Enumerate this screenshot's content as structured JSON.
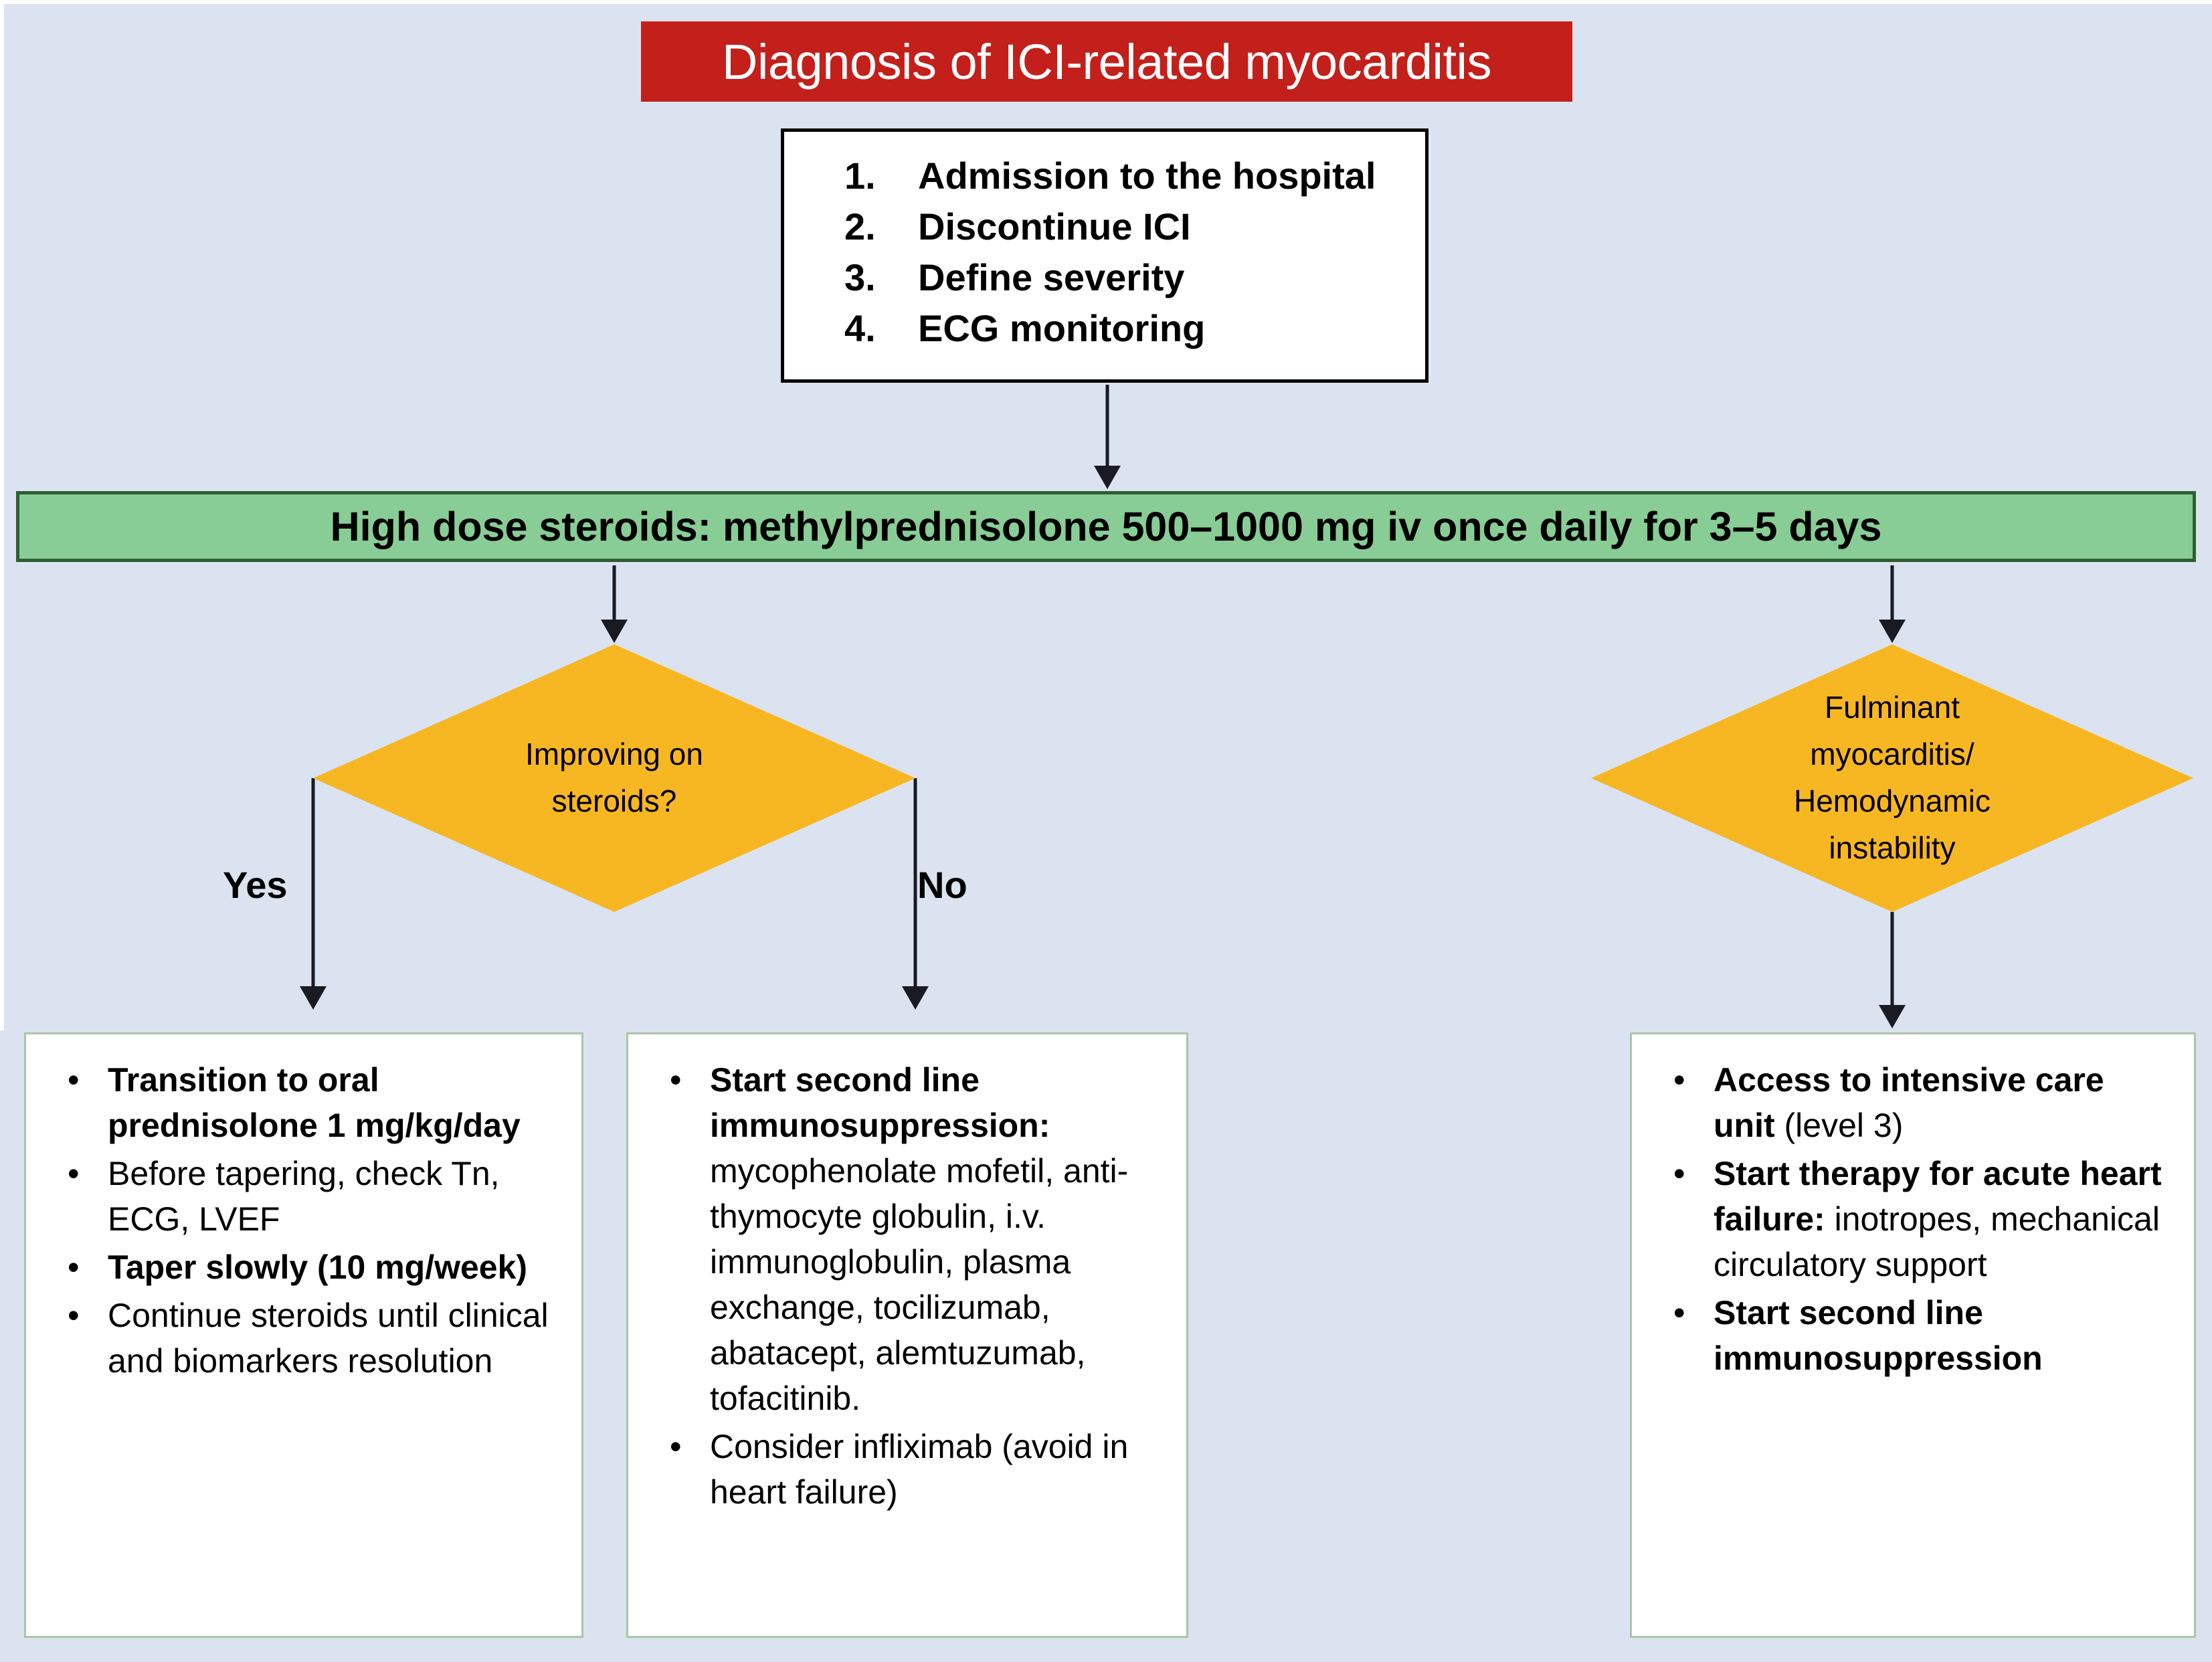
{
  "title_banner": {
    "text": "Diagnosis of ICI-related myocarditis",
    "bg_color": "#c3201c",
    "text_color": "#ffffff"
  },
  "steps_box": {
    "items": [
      {
        "num": "1.",
        "label": "Admission to the hospital"
      },
      {
        "num": "2.",
        "label": "Discontinue ICI"
      },
      {
        "num": "3.",
        "label": "Define severity"
      },
      {
        "num": "4.",
        "label": "ECG monitoring"
      }
    ]
  },
  "steroid_banner": {
    "text": "High dose steroids: methylprednisolone 500–1000 mg iv once daily for 3–5 days",
    "bg_color": "#88cc96",
    "border_color": "#2f5e34"
  },
  "decisions": {
    "left": {
      "text": "Improving on\nsteroids?",
      "fill_color": "#f7b722",
      "branch_yes": "Yes",
      "branch_no": "No"
    },
    "right": {
      "text": "Fulminant\nmyocarditis/\nHemodynamic\ninstability",
      "fill_color": "#f7b722"
    }
  },
  "outcome_boxes": {
    "left": {
      "border_color": "#a9c6a4",
      "bullets": [
        {
          "bold": "Transition to oral prednisolone 1 mg/kg/day",
          "rest": ""
        },
        {
          "bold": "",
          "rest": "Before tapering, check Tn, ECG, LVEF"
        },
        {
          "bold": "Taper slowly (10 mg/week)",
          "rest": ""
        },
        {
          "bold": "",
          "rest": "Continue steroids until clinical and biomarkers resolution"
        }
      ]
    },
    "middle": {
      "border_color": "#a9c6a4",
      "bullets": [
        {
          "bold": "Start second line immunosuppression:",
          "rest": " mycophenolate mofetil, anti-thymocyte globulin, i.v. immunoglobulin, plasma exchange, tocilizumab, abatacept, alemtuzumab, tofacitinib."
        },
        {
          "bold": "",
          "rest": "Consider infliximab (avoid in heart failure)"
        }
      ]
    },
    "right": {
      "border_color": "#a9c6a4",
      "bullets": [
        {
          "bold": "Access to intensive care unit",
          "rest": " (level 3)"
        },
        {
          "bold": "Start therapy for acute heart failure:",
          "rest": " inotropes, mechanical circulatory support"
        },
        {
          "bold": "Start second line immunosuppression",
          "rest": ""
        }
      ]
    }
  },
  "bullet_glyph": "•",
  "canvas": {
    "bg_color": "#dce3f0"
  }
}
